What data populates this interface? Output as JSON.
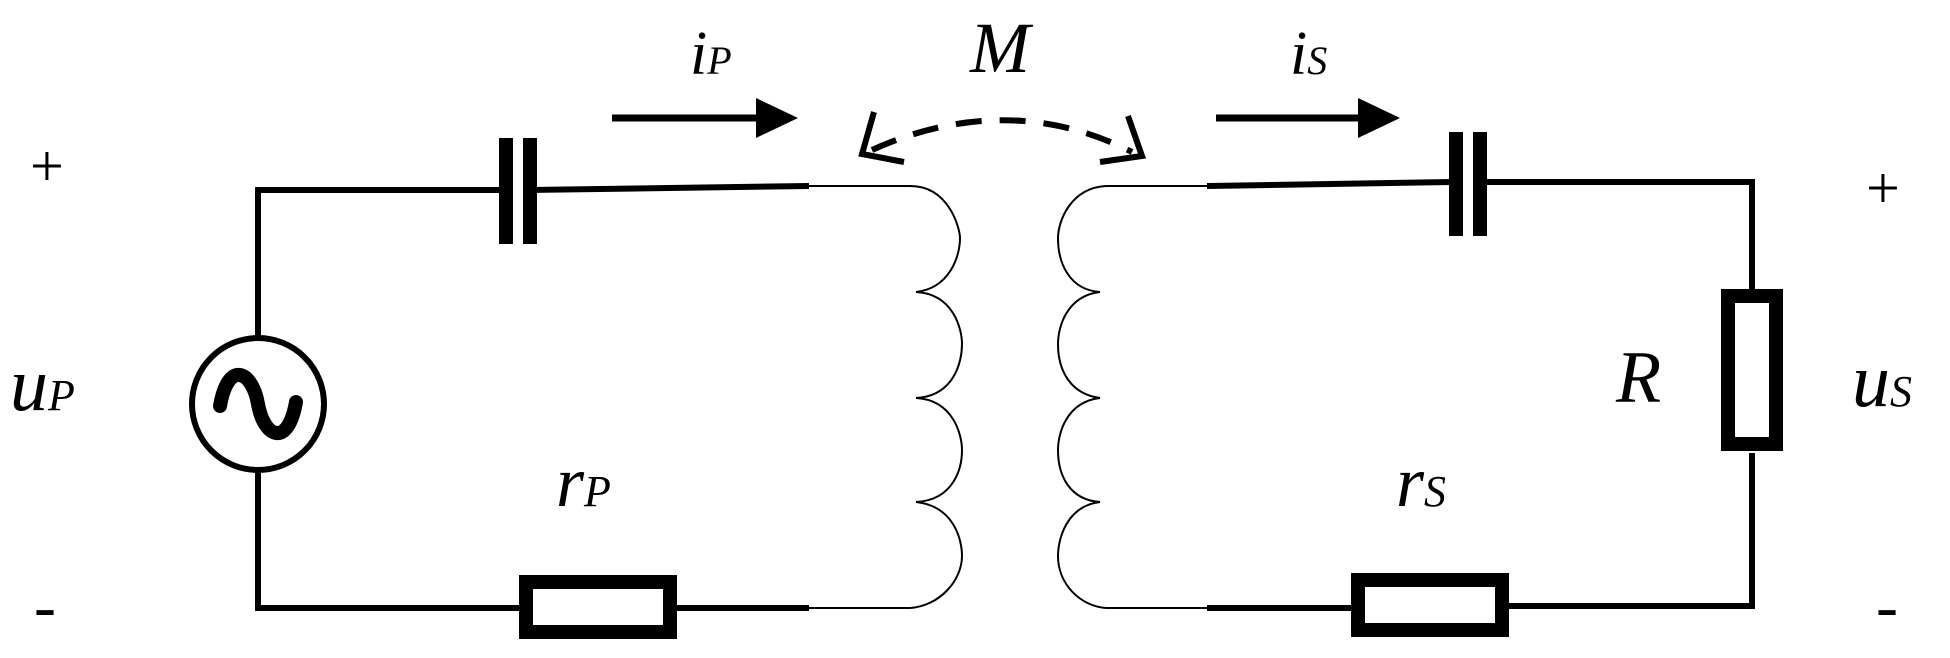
{
  "labels": {
    "i_p": {
      "main": "i",
      "sub": "P"
    },
    "i_s": {
      "main": "i",
      "sub": "S"
    },
    "mutual": "M",
    "u_p": {
      "main": "u",
      "sub": "P"
    },
    "u_s": {
      "main": "u",
      "sub": "S"
    },
    "r_p": {
      "main": "r",
      "sub": "P"
    },
    "r_s": {
      "main": "r",
      "sub": "S"
    },
    "load": "R",
    "plus": "+",
    "minus": "-"
  },
  "colors": {
    "stroke": "#000000",
    "background": "#ffffff"
  },
  "components": {
    "primary": [
      "ac-source",
      "series-capacitor",
      "series-resistor",
      "primary-coil"
    ],
    "secondary": [
      "secondary-coil",
      "series-capacitor",
      "series-resistor",
      "load-resistor"
    ],
    "coupling": "mutual-inductance-arrow"
  }
}
